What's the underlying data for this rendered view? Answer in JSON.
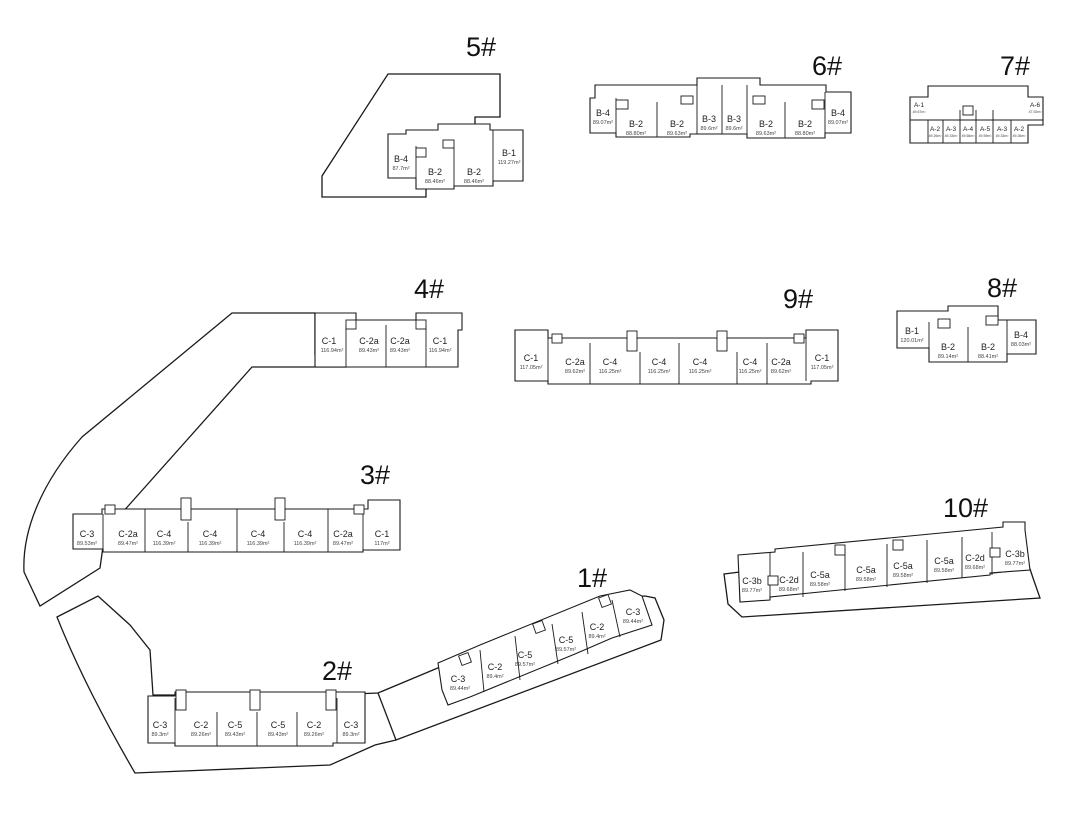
{
  "site_plan": {
    "buildings": [
      {
        "id": "b5",
        "number": "5#",
        "units": [
          {
            "type": "B-4",
            "area": "87.7m²"
          },
          {
            "type": "B-2",
            "area": "88.46m²"
          },
          {
            "type": "B-2",
            "area": "88.46m²"
          },
          {
            "type": "B-1",
            "area": "119.27m²"
          }
        ]
      },
      {
        "id": "b6",
        "number": "6#",
        "units": [
          {
            "type": "B-4",
            "area": "89.07m²"
          },
          {
            "type": "B-2",
            "area": "88.80m²"
          },
          {
            "type": "B-2",
            "area": "89.63m²"
          },
          {
            "type": "B-3",
            "area": "89.6m²"
          },
          {
            "type": "B-3",
            "area": "89.6m²"
          },
          {
            "type": "B-2",
            "area": "89.63m²"
          },
          {
            "type": "B-2",
            "area": "88.80m²"
          },
          {
            "type": "B-4",
            "area": "89.07m²"
          }
        ]
      },
      {
        "id": "b7",
        "number": "7#",
        "units": [
          {
            "type": "A-1",
            "area": "49.67m²"
          },
          {
            "type": "A-2",
            "area": "49.26m²"
          },
          {
            "type": "A-3",
            "area": "49.33m²"
          },
          {
            "type": "A-4",
            "area": "49.66m²"
          },
          {
            "type": "A-5",
            "area": "49.59m²"
          },
          {
            "type": "A-3",
            "area": "49.33m²"
          },
          {
            "type": "A-2",
            "area": "49.26m²"
          },
          {
            "type": "A-6",
            "area": "47.92m²"
          }
        ]
      },
      {
        "id": "b4",
        "number": "4#",
        "units": [
          {
            "type": "C-1",
            "area": "116.94m²"
          },
          {
            "type": "C-2a",
            "area": "89.43m²"
          },
          {
            "type": "C-2a",
            "area": "89.43m²"
          },
          {
            "type": "C-1",
            "area": "116.94m²"
          }
        ]
      },
      {
        "id": "b9",
        "number": "9#",
        "units": [
          {
            "type": "C-1",
            "area": "117.05m²"
          },
          {
            "type": "C-2a",
            "area": "89.62m²"
          },
          {
            "type": "C-4",
            "area": "116.25m²"
          },
          {
            "type": "C-4",
            "area": "116.25m²"
          },
          {
            "type": "C-4",
            "area": "116.25m²"
          },
          {
            "type": "C-4",
            "area": "116.25m²"
          },
          {
            "type": "C-2a",
            "area": "89.62m²"
          },
          {
            "type": "C-1",
            "area": "117.05m²"
          }
        ]
      },
      {
        "id": "b8",
        "number": "8#",
        "units": [
          {
            "type": "B-1",
            "area": "120.01m²"
          },
          {
            "type": "B-2",
            "area": "89.14m²"
          },
          {
            "type": "B-2",
            "area": "88.41m²"
          },
          {
            "type": "B-4",
            "area": "88.03m²"
          }
        ]
      },
      {
        "id": "b3",
        "number": "3#",
        "units": [
          {
            "type": "C-3",
            "area": "89.53m²"
          },
          {
            "type": "C-2a",
            "area": "89.47m²"
          },
          {
            "type": "C-4",
            "area": "116.39m²"
          },
          {
            "type": "C-4",
            "area": "116.39m²"
          },
          {
            "type": "C-4",
            "area": "116.39m²"
          },
          {
            "type": "C-4",
            "area": "116.39m²"
          },
          {
            "type": "C-2a",
            "area": "89.47m²"
          },
          {
            "type": "C-1",
            "area": "117m²"
          }
        ]
      },
      {
        "id": "b10",
        "number": "10#",
        "units": [
          {
            "type": "C-3b",
            "area": "89.77m²"
          },
          {
            "type": "C-2d",
            "area": "89.68m²"
          },
          {
            "type": "C-5a",
            "area": "89.58m²"
          },
          {
            "type": "C-5a",
            "area": "89.58m²"
          },
          {
            "type": "C-5a",
            "area": "89.58m²"
          },
          {
            "type": "C-5a",
            "area": "89.58m²"
          },
          {
            "type": "C-2d",
            "area": "89.68m²"
          },
          {
            "type": "C-3b",
            "area": "89.77m²"
          }
        ]
      },
      {
        "id": "b1",
        "number": "1#",
        "units": [
          {
            "type": "C-3",
            "area": "89.44m²"
          },
          {
            "type": "C-2",
            "area": "89.4m²"
          },
          {
            "type": "C-5",
            "area": "89.57m²"
          },
          {
            "type": "C-5",
            "area": "89.57m²"
          },
          {
            "type": "C-2",
            "area": "89.4m²"
          },
          {
            "type": "C-3",
            "area": "89.44m²"
          }
        ]
      },
      {
        "id": "b2",
        "number": "2#",
        "units": [
          {
            "type": "C-3",
            "area": "89.3m²"
          },
          {
            "type": "C-2",
            "area": "89.26m²"
          },
          {
            "type": "C-5",
            "area": "89.43m²"
          },
          {
            "type": "C-5",
            "area": "89.43m²"
          },
          {
            "type": "C-2",
            "area": "89.26m²"
          },
          {
            "type": "C-3",
            "area": "89.3m²"
          }
        ]
      }
    ]
  }
}
